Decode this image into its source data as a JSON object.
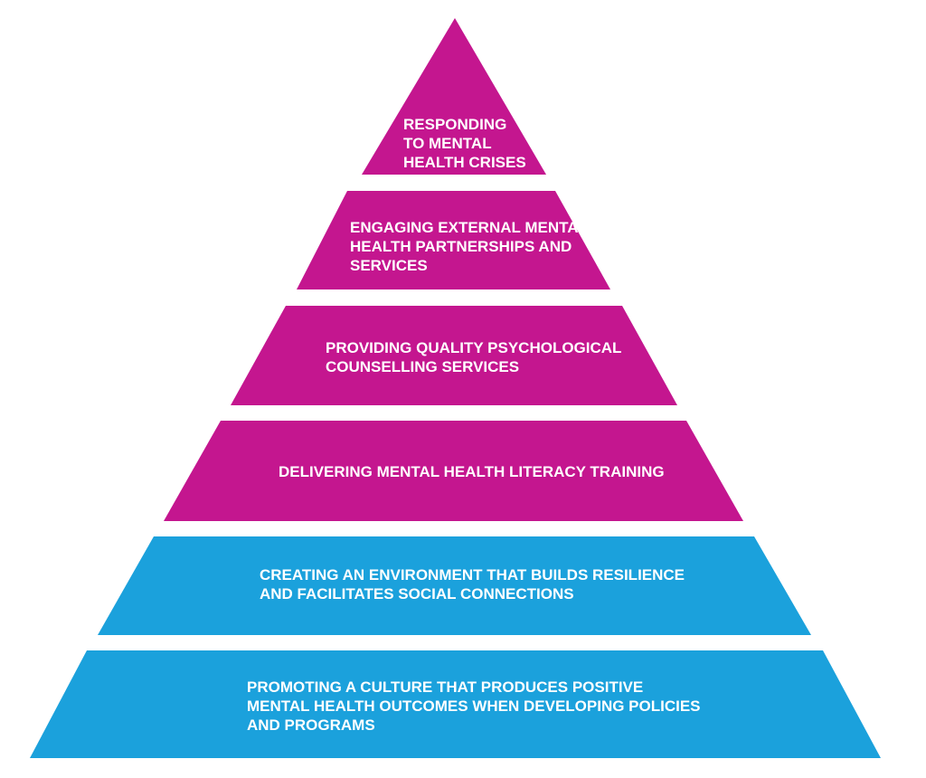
{
  "colors": {
    "magenta": "#C4168F",
    "blue": "#1BA1DC",
    "text": "#FFFFFF",
    "background": "#FFFFFF"
  },
  "tiers": [
    {
      "id": "crises",
      "color": "magenta",
      "lines": [
        "RESPONDING",
        "TO MENTAL",
        "HEALTH CRISES"
      ]
    },
    {
      "id": "partnerships",
      "color": "magenta",
      "lines": [
        "ENGAGING EXTERNAL MENTAL",
        "HEALTH PARTNERSHIPS AND",
        "SERVICES"
      ]
    },
    {
      "id": "counselling",
      "color": "magenta",
      "lines": [
        "PROVIDING QUALITY PSYCHOLOGICAL",
        "COUNSELLING SERVICES"
      ]
    },
    {
      "id": "literacy",
      "color": "magenta",
      "lines": [
        "DELIVERING MENTAL HEALTH LITERACY TRAINING"
      ]
    },
    {
      "id": "resilience",
      "color": "blue",
      "lines": [
        "CREATING AN ENVIRONMENT THAT BUILDS RESILIENCE",
        "AND FACILITATES SOCIAL CONNECTIONS"
      ]
    },
    {
      "id": "culture",
      "color": "blue",
      "lines": [
        "PROMOTING A CULTURE THAT PRODUCES POSITIVE",
        "MENTAL HEALTH OUTCOMES WHEN DEVELOPING POLICIES",
        "AND PROGRAMS"
      ]
    }
  ]
}
